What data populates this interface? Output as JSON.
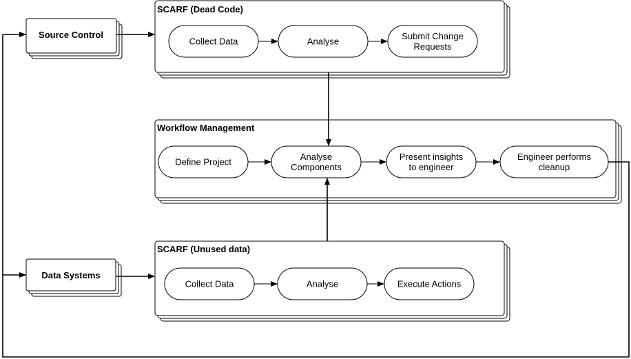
{
  "sources": {
    "source_control": "Source Control",
    "data_systems": "Data Systems"
  },
  "groups": {
    "dead_code": {
      "title": "SCARF (Dead Code)",
      "steps": [
        {
          "line1": "Collect Data",
          "line2": ""
        },
        {
          "line1": "Analyse",
          "line2": ""
        },
        {
          "line1": "Submit Change",
          "line2": "Requests"
        }
      ]
    },
    "workflow": {
      "title": "Workflow Management",
      "steps": [
        {
          "line1": "Define Project",
          "line2": ""
        },
        {
          "line1": "Analyse",
          "line2": "Components"
        },
        {
          "line1": "Present insights",
          "line2": "to engineer"
        },
        {
          "line1": "Engineer performs",
          "line2": "cleanup"
        }
      ]
    },
    "unused_data": {
      "title": "SCARF (Unused data)",
      "steps": [
        {
          "line1": "Collect Data",
          "line2": ""
        },
        {
          "line1": "Analyse",
          "line2": ""
        },
        {
          "line1": "Execute Actions",
          "line2": ""
        }
      ]
    }
  }
}
